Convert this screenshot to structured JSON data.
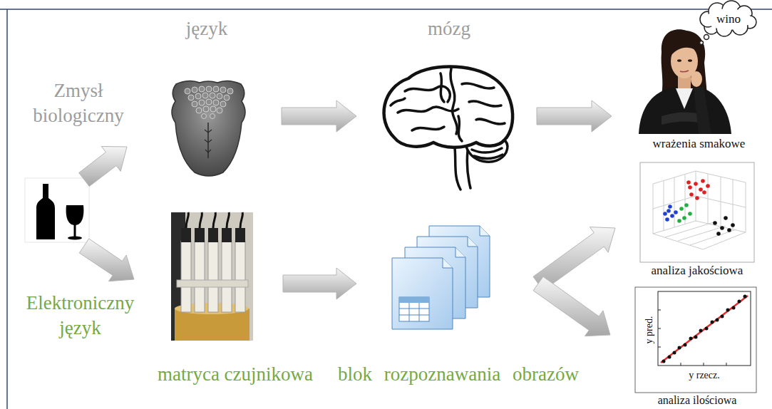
{
  "diagram": {
    "nodes": [
      {
        "text": [
          "język"
        ]
      },
      {
        "text": [
          "mózg"
        ]
      },
      {
        "text": [
          "wino",
          "wrażenia smakowe"
        ]
      },
      {
        "text": [
          "analiza jakościowa"
        ]
      },
      {
        "text": [
          "matryca czujnikowa"
        ]
      },
      {
        "text": [
          "blok rozpoznawania obrazów"
        ]
      },
      {
        "text": [
          "y pred.",
          "y rzecz.",
          "analiza ilościowa"
        ]
      }
    ],
    "edges": [
      {
        "from": 0,
        "to": 1,
        "arrow": "to"
      },
      {
        "from": 1,
        "to": 2,
        "arrow": "to"
      },
      {
        "from": 4,
        "to": 5,
        "arrow": "to"
      },
      {
        "from": 5,
        "to": 3,
        "arrow": "to"
      },
      {
        "from": 5,
        "to": 6,
        "arrow": "to"
      }
    ],
    "labels": [
      "Zmysł biologiczny",
      "Elektroniczny język"
    ]
  }
}
